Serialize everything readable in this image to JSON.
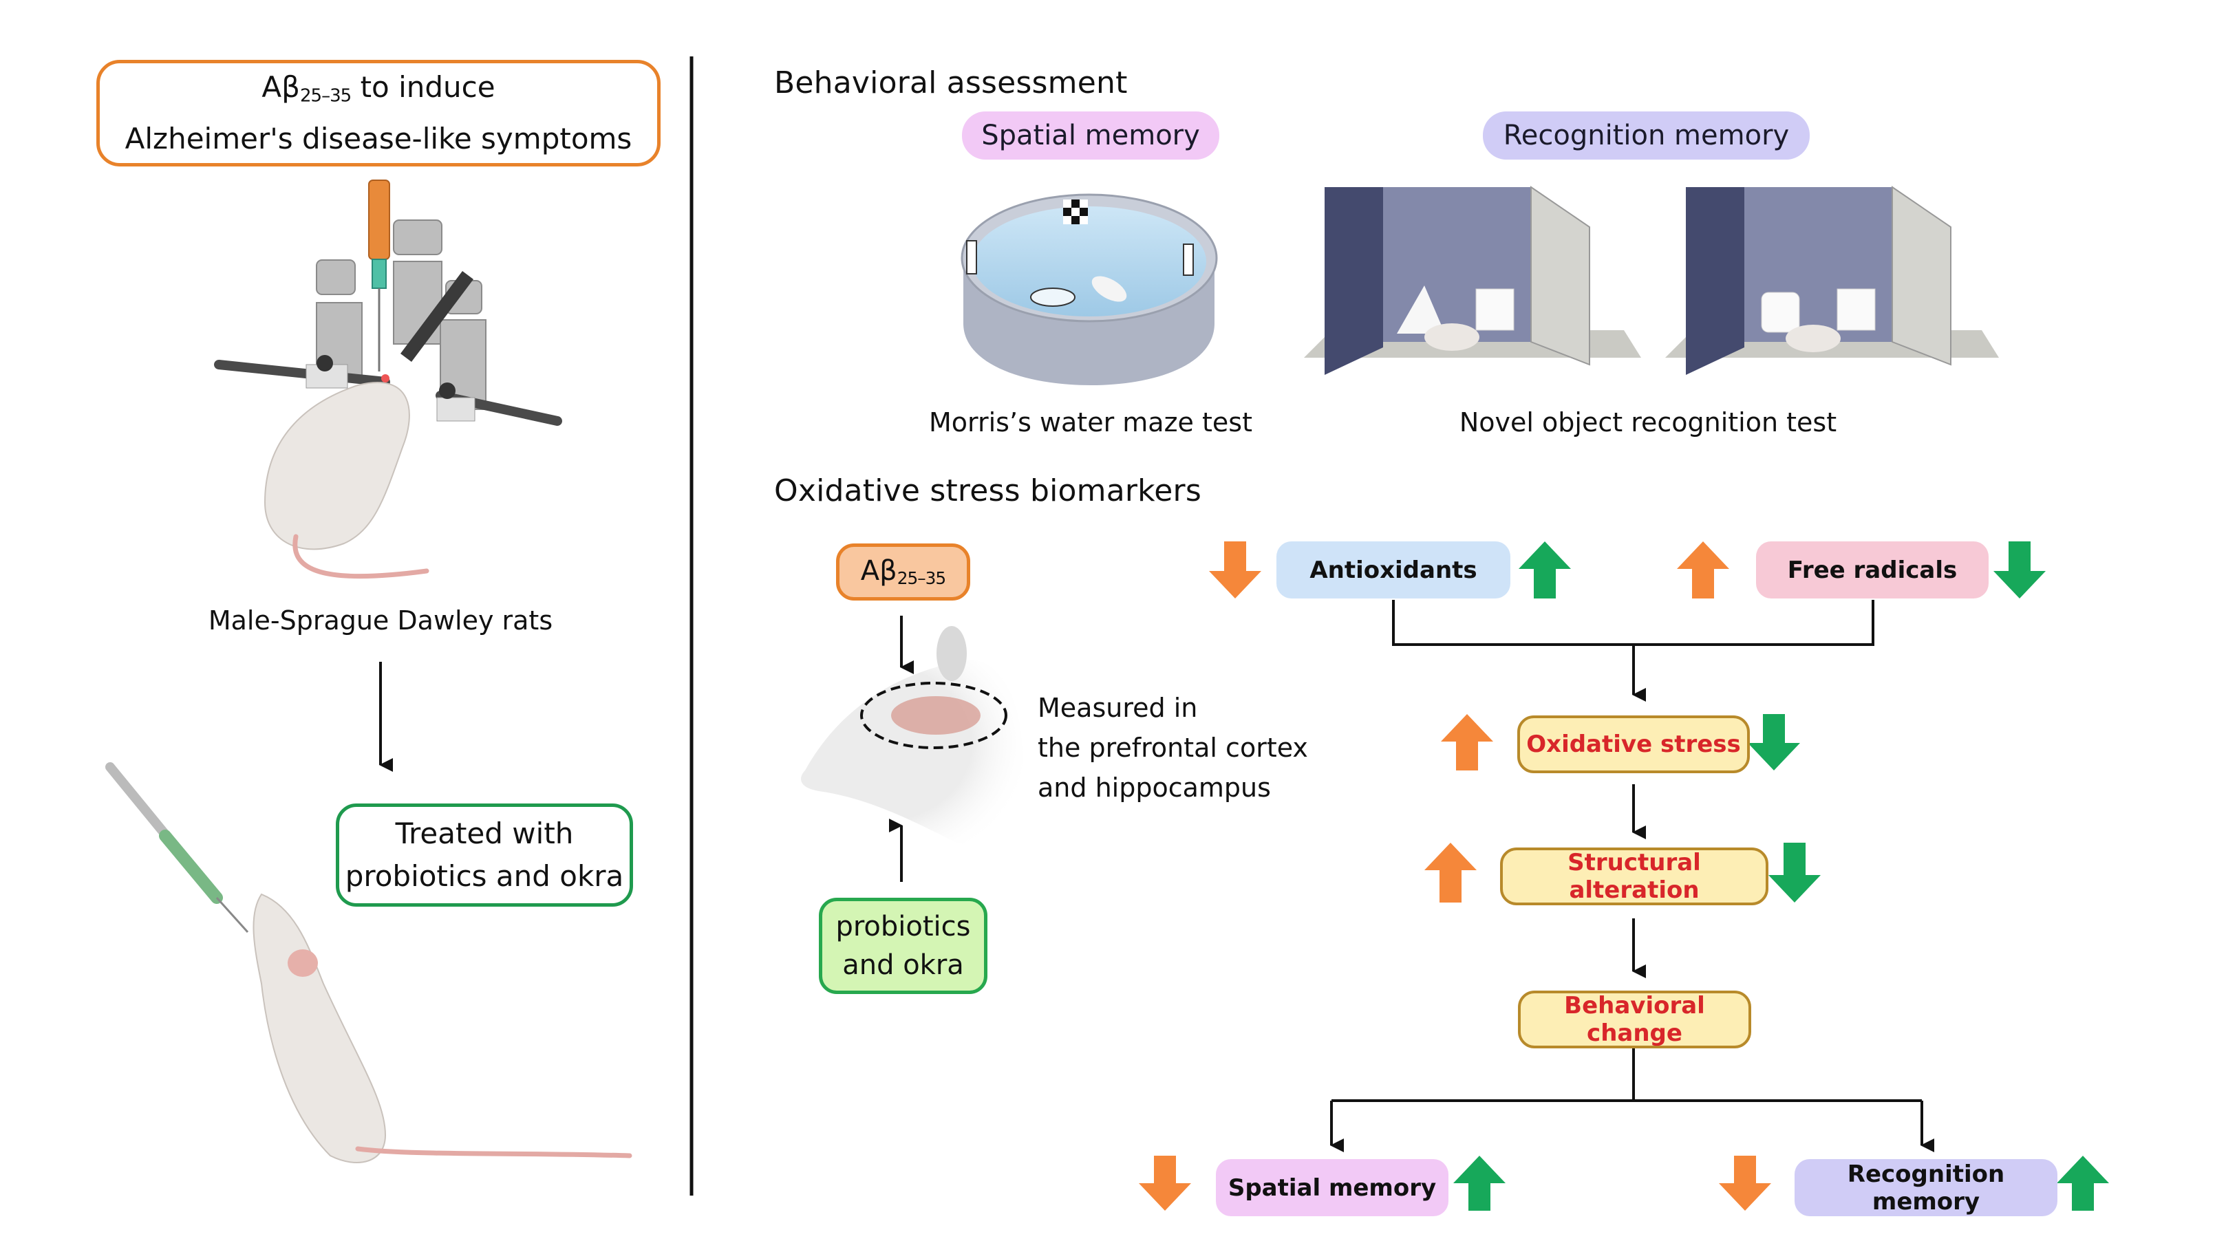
{
  "left_panel": {
    "induction_box": {
      "ab_prefix": "Aβ",
      "ab_subscript": "25–35",
      "line1_suffix": " to induce",
      "line2": "Alzheimer's disease-like symptoms",
      "border_color": "#e8822a"
    },
    "rat_label": "Male-Sprague Dawley rats",
    "treatment_box": {
      "line1": "Treated with",
      "line2": "probiotics and okra",
      "border_color": "#1f9a4e"
    }
  },
  "behavioral": {
    "heading": "Behavioral assessment",
    "spatial_pill": {
      "label": "Spatial memory",
      "color": "#f2c9f6"
    },
    "recognition_pill": {
      "label": "Recognition memory",
      "color": "#d0ccf6"
    },
    "water_maze_caption": "Morris’s water maze test",
    "nor_caption": "Novel object recognition test"
  },
  "oxidative": {
    "heading": "Oxidative stress biomarkers",
    "ab_box": {
      "prefix": "Aβ",
      "subscript": "25–35",
      "fill": "#f9c79f",
      "border": "#e8822a"
    },
    "probiotics_box": {
      "line1": "probiotics",
      "line2": "and okra",
      "fill": "#d4f5b4",
      "border": "#27a84e"
    },
    "measured_text": [
      "Measured in",
      "the prefrontal cortex",
      "and hippocampus"
    ]
  },
  "flowchart": {
    "antioxidants": {
      "label": "Antioxidants",
      "fill": "#cfe3f8",
      "left_arrow": "down",
      "right_arrow": "up"
    },
    "free_radicals": {
      "label": "Free radicals",
      "fill": "#f7c9d6",
      "left_arrow": "up",
      "right_arrow": "down"
    },
    "oxidative_stress": {
      "label": "Oxidative stress",
      "left_arrow": "up",
      "right_arrow": "down"
    },
    "structural_alteration": {
      "label": "Structural alteration",
      "left_arrow": "up",
      "right_arrow": "down"
    },
    "behavioral_change": {
      "label": "Behavioral change"
    },
    "spatial_memory": {
      "label": "Spatial memory",
      "fill": "#f2c9f6",
      "left_arrow": "down",
      "right_arrow": "up"
    },
    "recognition_memory": {
      "label": "Recognition memory",
      "fill": "#d0ccf6",
      "left_arrow": "down",
      "right_arrow": "up"
    },
    "legend_colors": {
      "ab_effect": "#f5873a",
      "treatment_effect": "#17a85a"
    }
  }
}
